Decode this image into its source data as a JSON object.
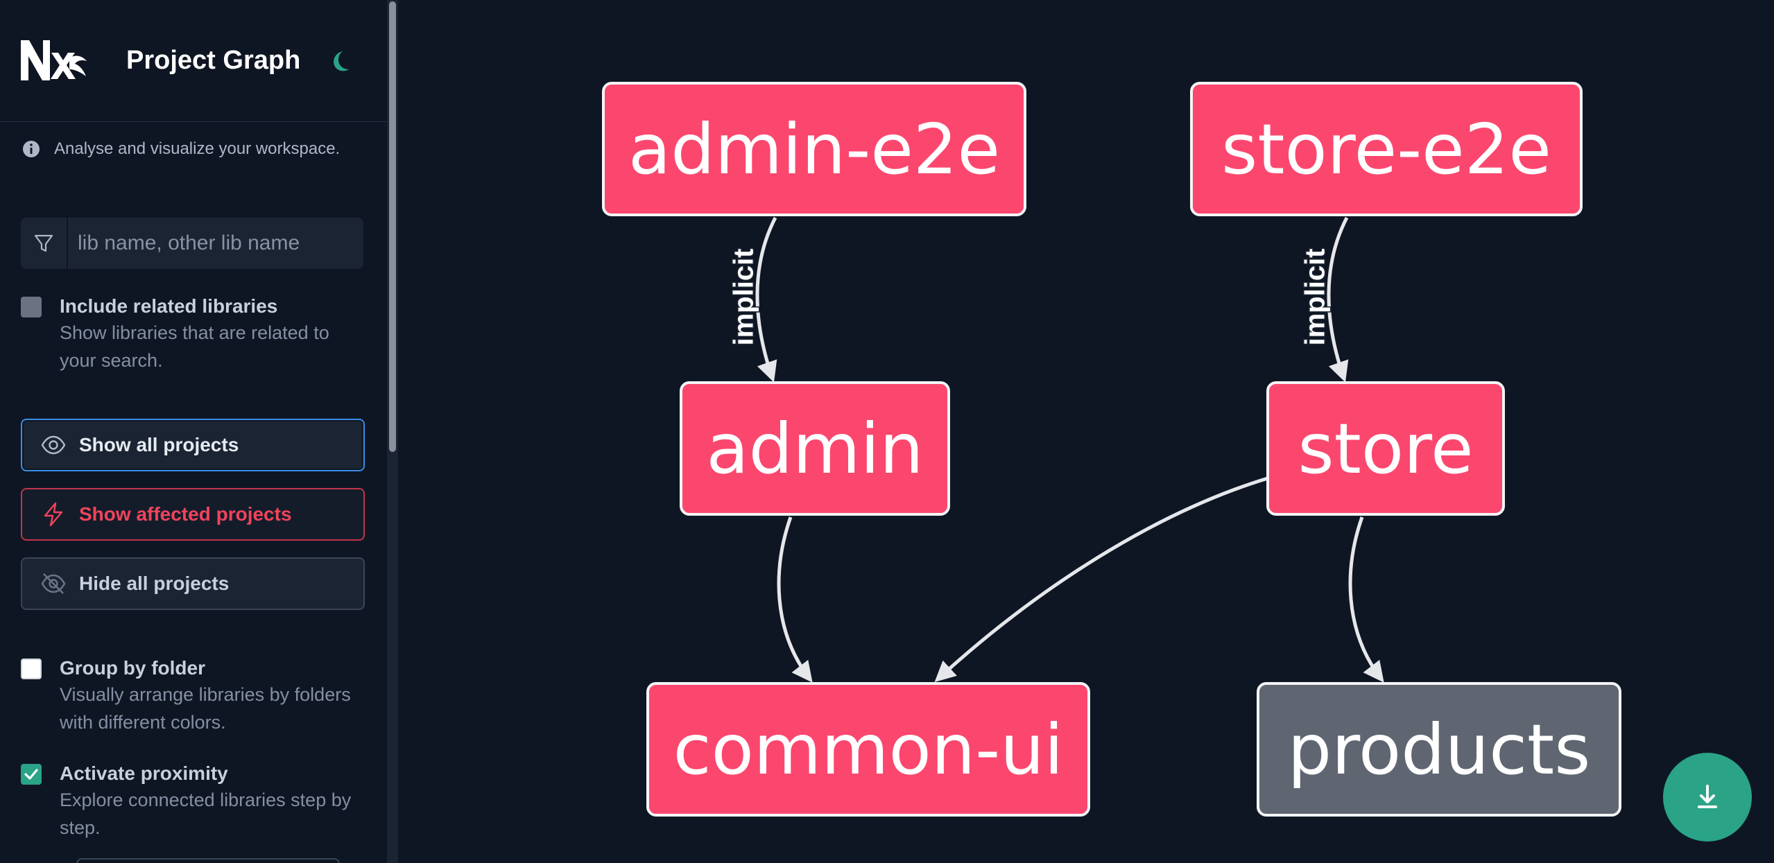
{
  "header": {
    "title": "Project Graph"
  },
  "info": {
    "text": "Analyse and visualize your workspace."
  },
  "filter": {
    "placeholder": "lib name, other lib name",
    "value": ""
  },
  "options": {
    "include_related": {
      "title": "Include related libraries",
      "desc": "Show libraries that are related to your search.",
      "checked": false,
      "disabled": true
    },
    "group_by_folder": {
      "title": "Group by folder",
      "desc": "Visually arrange libraries by folders with different colors.",
      "checked": false
    },
    "activate_proximity": {
      "title": "Activate proximity",
      "desc": "Explore connected libraries step by step.",
      "checked": true
    }
  },
  "buttons": {
    "show_all": "Show all projects",
    "show_affected": "Show affected projects",
    "hide_all": "Hide all projects"
  },
  "graph": {
    "nodes": {
      "admin_e2e": "admin-e2e",
      "store_e2e": "store-e2e",
      "admin": "admin",
      "store": "store",
      "common_ui": "common-ui",
      "products": "products"
    },
    "edge_labels": {
      "admin_e2e_admin": "implicit",
      "store_e2e_store": "implicit"
    }
  },
  "colors": {
    "node_affected": "#fb476e",
    "node_default": "#5f6672",
    "accent_green": "#2aa387",
    "danger": "#f0445c",
    "focus_blue": "#3a8ee6"
  }
}
